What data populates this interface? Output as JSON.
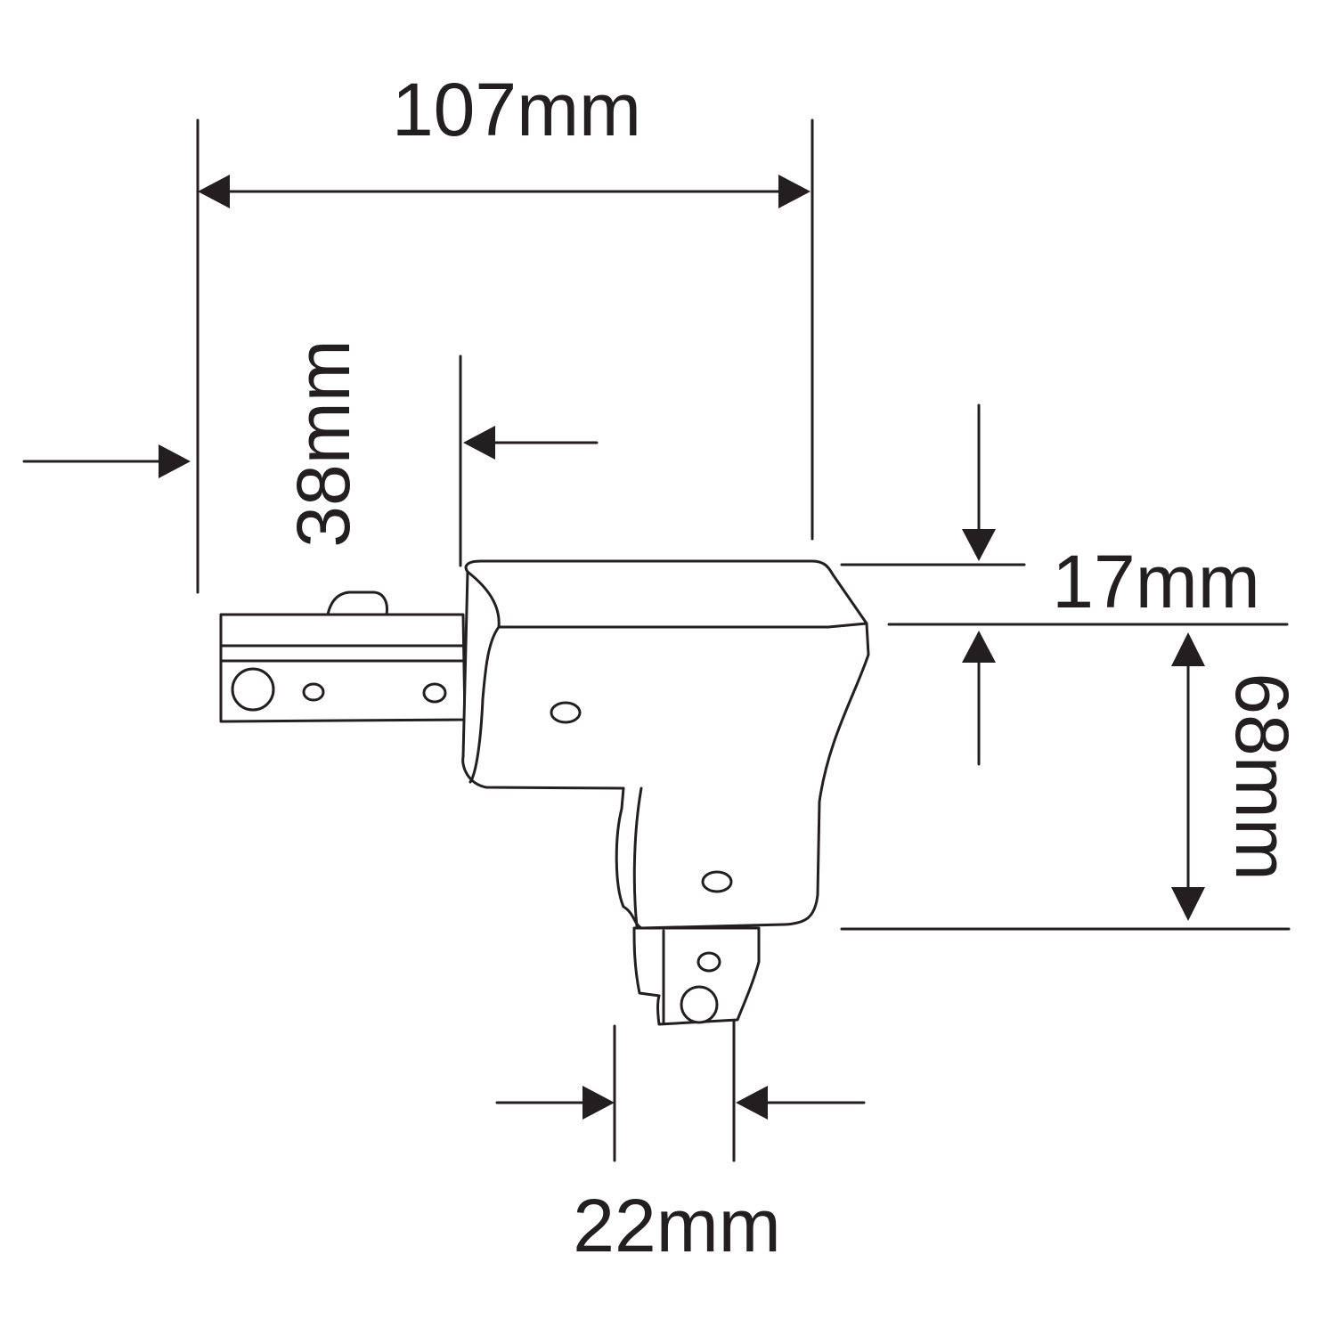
{
  "dimensions": {
    "overall_width": "107mm",
    "arm_length": "38mm",
    "thickness": "17mm",
    "depth": "68mm",
    "track_width": "22mm"
  },
  "colors": {
    "line": "#231f20",
    "background": "#ffffff"
  }
}
